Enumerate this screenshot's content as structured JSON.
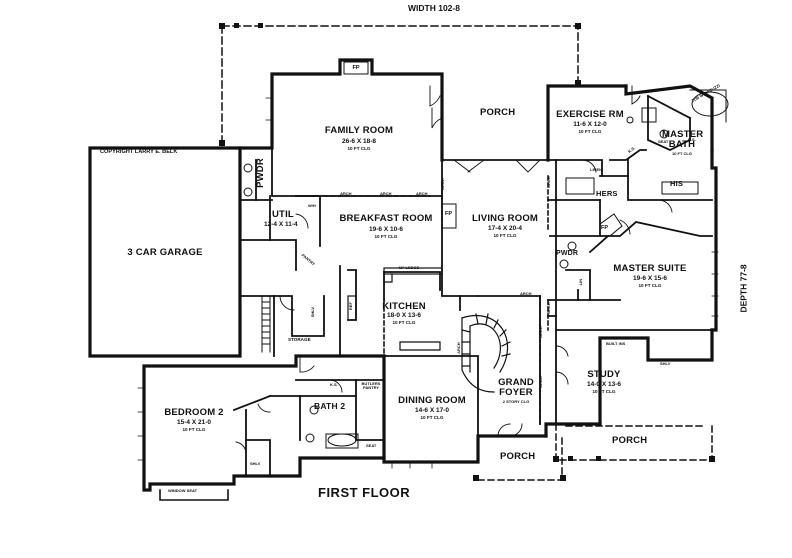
{
  "plan": {
    "width_label": "WIDTH 102-8",
    "depth_label": "DEPTH 77-8",
    "floor_title": "FIRST FLOOR",
    "copyright": "COPYRIGHT LARRY E. BELK"
  },
  "rooms": {
    "family_room": {
      "name": "FAMILY ROOM",
      "size": "26-6 X 18-8",
      "ceiling": "10 FT CLG"
    },
    "porch_rear": {
      "name": "PORCH"
    },
    "exercise_rm": {
      "name": "EXERCISE RM",
      "size": "11-6 X 12-0",
      "ceiling": "10 FT CLG"
    },
    "master_bath": {
      "name": "MASTER BATH",
      "ceiling": "10 FT CLG"
    },
    "garage": {
      "name": "3 CAR GARAGE"
    },
    "pwdr_left": {
      "name": "PWDR"
    },
    "util": {
      "name": "UTIL",
      "size": "12-4 X 11-4"
    },
    "breakfast_room": {
      "name": "BREAKFAST ROOM",
      "size": "19-6 X 10-6",
      "ceiling": "10 FT CLG"
    },
    "living_room": {
      "name": "LIVING ROOM",
      "size": "17-4 X 20-4",
      "ceiling": "10 FT CLG"
    },
    "hers": {
      "name": "HERS"
    },
    "his": {
      "name": "HIS"
    },
    "linen": {
      "name": "LINEN"
    },
    "pwdr_right": {
      "name": "PWDR"
    },
    "master_suite": {
      "name": "MASTER SUITE",
      "size": "19-6 X 15-6",
      "ceiling": "10 FT CLG"
    },
    "kitchen": {
      "name": "KITCHEN",
      "size": "18-0 X 13-6",
      "ceiling": "10 FT CLG"
    },
    "pantry": {
      "name": "PANTRY"
    },
    "storage": {
      "name": "STORAGE"
    },
    "bedroom2": {
      "name": "BEDROOM 2",
      "size": "15-4 X 21-0",
      "ceiling": "10 FT CLG"
    },
    "bath2": {
      "name": "BATH 2"
    },
    "dining_room": {
      "name": "DINING ROOM",
      "size": "14-6 X 17-0",
      "ceiling": "10 FT CLG"
    },
    "grand_foyer": {
      "name": "GRAND FOYER",
      "ceiling": "2 STORY CLG"
    },
    "study": {
      "name": "STUDY",
      "size": "14-0 X 13-6",
      "ceiling": "10 FT CLG"
    },
    "porch_front": {
      "name": "PORCH"
    },
    "porch_right": {
      "name": "PORCH"
    }
  },
  "fixtures": {
    "fp": "FP",
    "arch": "ARCH",
    "ledge": "42\" LEDGE",
    "ref": "REF",
    "butlers_pantry": "BUTLERS PANTRY",
    "seat": "SEAT",
    "ks": "K.S.",
    "shlv": "SHLV",
    "built_ins": "BUILT INS",
    "window_seat": "WINDOW SEAT",
    "wh": "W/H",
    "tub": "TUB W/ JACUZZI",
    "lin": "LIN"
  }
}
